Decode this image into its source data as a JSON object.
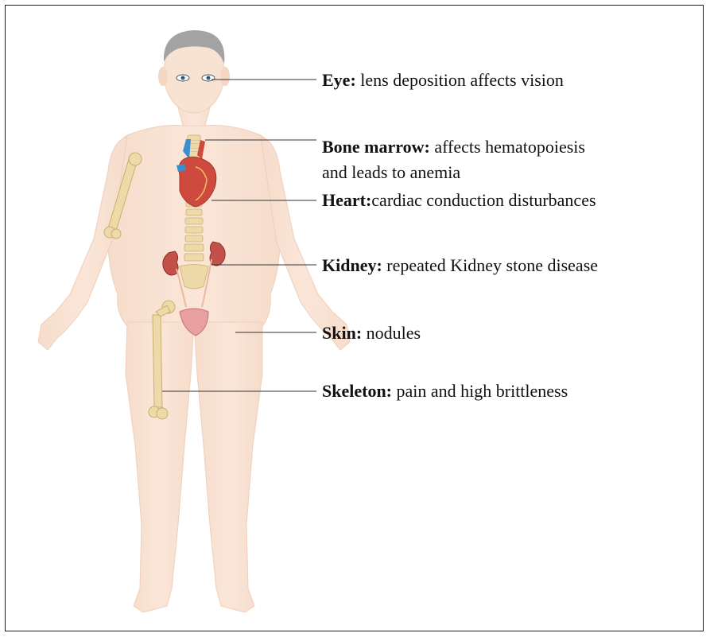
{
  "annotations": [
    {
      "id": "eye",
      "term": "Eye:",
      "description": " lens deposition affects vision"
    },
    {
      "id": "bone-marrow",
      "term": "Bone marrow:",
      "description": " affects hematopoiesis",
      "description_line2": "and leads to anemia"
    },
    {
      "id": "heart",
      "term": "Heart:",
      "description": "cardiac conduction disturbances"
    },
    {
      "id": "kidney",
      "term": "Kidney:",
      "description": " repeated Kidney stone disease"
    },
    {
      "id": "skin",
      "term": "Skin:",
      "description": " nodules"
    },
    {
      "id": "skeleton",
      "term": "Skeleton:",
      "description": " pain and high brittleness"
    }
  ],
  "colors": {
    "skin": "#f8e2d2",
    "skin_shadow": "#efcfba",
    "hair": "#a3a3a3",
    "bone": "#eed9a8",
    "bone_outline": "#c9ae72",
    "heart_red": "#cf4a3e",
    "vessel_blue": "#3b8fd1",
    "kidney": "#c4504a",
    "bladder": "#e8a0a0",
    "leader_line": "#333333",
    "border": "#1a1a1a"
  }
}
